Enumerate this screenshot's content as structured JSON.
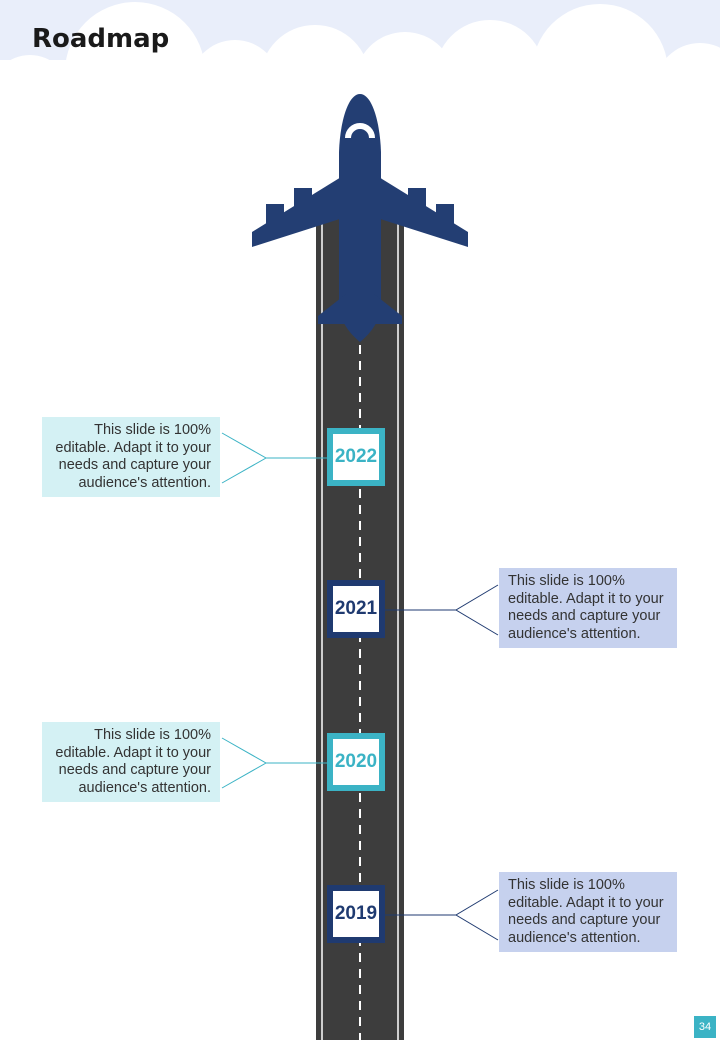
{
  "title": "Roadmap",
  "page_number": "34",
  "colors": {
    "teal": "#3bb3c5",
    "navy": "#1f3a70",
    "teal_box": "#d4f1f4",
    "navy_box": "#c6d1ee",
    "runway": "#3d3d3d",
    "airplane": "#233e73",
    "sky": "#e9eefa"
  },
  "milestones": [
    {
      "year": "2022",
      "text": "This slide is 100% editable. Adapt it to your needs and capture your audience's attention."
    },
    {
      "year": "2021",
      "text": "This slide is 100% editable. Adapt it to your needs and capture your audience's attention."
    },
    {
      "year": "2020",
      "text": "This slide is 100% editable. Adapt it to your needs and capture your audience's attention."
    },
    {
      "year": "2019",
      "text": "This slide is 100% editable. Adapt it to your needs and capture your audience's attention."
    }
  ]
}
